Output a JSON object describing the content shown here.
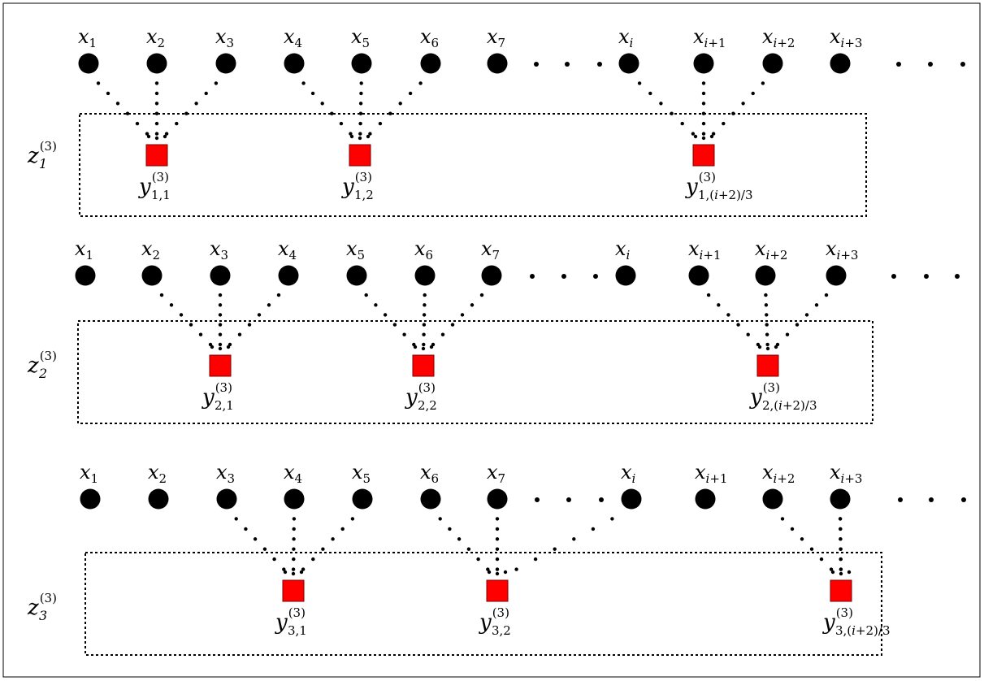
{
  "colors": {
    "node": "#000000",
    "output": "#ff0000",
    "output_stroke": "#800000",
    "frame": "#000000",
    "background": "#ffffff"
  },
  "panels": [
    {
      "group_label": {
        "base": "z",
        "sub": "1",
        "sup": "(3)"
      },
      "inputs": [
        {
          "base": "x",
          "sub": "1"
        },
        {
          "base": "x",
          "sub": "2"
        },
        {
          "base": "x",
          "sub": "3"
        },
        {
          "base": "x",
          "sub": "4"
        },
        {
          "base": "x",
          "sub": "5"
        },
        {
          "base": "x",
          "sub": "6"
        },
        {
          "base": "x",
          "sub": "7"
        },
        {
          "base": "x",
          "sub": "i"
        },
        {
          "base": "x",
          "sub": "i+1"
        },
        {
          "base": "x",
          "sub": "i+2"
        },
        {
          "base": "x",
          "sub": "i+3"
        }
      ],
      "outputs": [
        {
          "base": "y",
          "sup": "(3)",
          "sub": "1,1"
        },
        {
          "base": "y",
          "sup": "(3)",
          "sub": "1,2"
        },
        {
          "base": "y",
          "sup": "(3)",
          "sub": "1,(i+2)/3"
        }
      ]
    },
    {
      "group_label": {
        "base": "z",
        "sub": "2",
        "sup": "(3)"
      },
      "inputs": [
        {
          "base": "x",
          "sub": "1"
        },
        {
          "base": "x",
          "sub": "2"
        },
        {
          "base": "x",
          "sub": "3"
        },
        {
          "base": "x",
          "sub": "4"
        },
        {
          "base": "x",
          "sub": "5"
        },
        {
          "base": "x",
          "sub": "6"
        },
        {
          "base": "x",
          "sub": "7"
        },
        {
          "base": "x",
          "sub": "i"
        },
        {
          "base": "x",
          "sub": "i+1"
        },
        {
          "base": "x",
          "sub": "i+2"
        },
        {
          "base": "x",
          "sub": "i+3"
        }
      ],
      "outputs": [
        {
          "base": "y",
          "sup": "(3)",
          "sub": "2,1"
        },
        {
          "base": "y",
          "sup": "(3)",
          "sub": "2,2"
        },
        {
          "base": "y",
          "sup": "(3)",
          "sub": "2,(i+2)/3"
        }
      ]
    },
    {
      "group_label": {
        "base": "z",
        "sub": "3",
        "sup": "(3)"
      },
      "inputs": [
        {
          "base": "x",
          "sub": "1"
        },
        {
          "base": "x",
          "sub": "2"
        },
        {
          "base": "x",
          "sub": "3"
        },
        {
          "base": "x",
          "sub": "4"
        },
        {
          "base": "x",
          "sub": "5"
        },
        {
          "base": "x",
          "sub": "6"
        },
        {
          "base": "x",
          "sub": "7"
        },
        {
          "base": "x",
          "sub": "i"
        },
        {
          "base": "x",
          "sub": "i+1"
        },
        {
          "base": "x",
          "sub": "i+2"
        },
        {
          "base": "x",
          "sub": "i+3"
        }
      ],
      "outputs": [
        {
          "base": "y",
          "sup": "(3)",
          "sub": "3,1"
        },
        {
          "base": "y",
          "sup": "(3)",
          "sub": "3,2"
        },
        {
          "base": "y",
          "sup": "(3)",
          "sub": "3,(i+2)/3"
        }
      ]
    }
  ]
}
